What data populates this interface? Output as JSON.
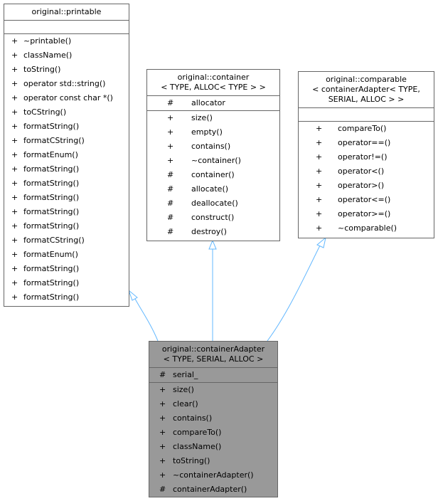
{
  "classes": {
    "printable": {
      "title": [
        "original::printable"
      ],
      "attributes": [],
      "methods": [
        [
          "+",
          "~printable()"
        ],
        [
          "+",
          "className()"
        ],
        [
          "+",
          "toString()"
        ],
        [
          "+",
          "operator std::string()"
        ],
        [
          "+",
          "operator const char *()"
        ],
        [
          "+",
          "toCString()"
        ],
        [
          "+",
          "formatString()"
        ],
        [
          "+",
          "formatCString()"
        ],
        [
          "+",
          "formatEnum()"
        ],
        [
          "+",
          "formatString()"
        ],
        [
          "+",
          "formatString()"
        ],
        [
          "+",
          "formatString()"
        ],
        [
          "+",
          "formatString()"
        ],
        [
          "+",
          "formatString()"
        ],
        [
          "+",
          "formatCString()"
        ],
        [
          "+",
          "formatEnum()"
        ],
        [
          "+",
          "formatString()"
        ],
        [
          "+",
          "formatString()"
        ],
        [
          "+",
          "formatString()"
        ]
      ]
    },
    "container": {
      "title": [
        "original::container",
        "< TYPE, ALLOC< TYPE > >"
      ],
      "attributes": [
        [
          "#",
          "allocator"
        ]
      ],
      "methods": [
        [
          "+",
          "size()"
        ],
        [
          "+",
          "empty()"
        ],
        [
          "+",
          "contains()"
        ],
        [
          "+",
          "~container()"
        ],
        [
          "#",
          "container()"
        ],
        [
          "#",
          "allocate()"
        ],
        [
          "#",
          "deallocate()"
        ],
        [
          "#",
          "construct()"
        ],
        [
          "#",
          "destroy()"
        ]
      ]
    },
    "comparable": {
      "title": [
        "original::comparable",
        "< containerAdapter< TYPE,",
        "SERIAL, ALLOC > >"
      ],
      "attributes": [],
      "methods": [
        [
          "+",
          "compareTo()"
        ],
        [
          "+",
          "operator==()"
        ],
        [
          "+",
          "operator!=()"
        ],
        [
          "+",
          "operator<()"
        ],
        [
          "+",
          "operator>()"
        ],
        [
          "+",
          "operator<=()"
        ],
        [
          "+",
          "operator>=()"
        ],
        [
          "+",
          "~comparable()"
        ]
      ]
    },
    "containerAdapter": {
      "title": [
        "original::containerAdapter",
        "< TYPE, SERIAL, ALLOC >"
      ],
      "attributes": [
        [
          "#",
          "serial_"
        ]
      ],
      "methods": [
        [
          "+",
          "size()"
        ],
        [
          "+",
          "clear()"
        ],
        [
          "+",
          "contains()"
        ],
        [
          "+",
          "compareTo()"
        ],
        [
          "+",
          "className()"
        ],
        [
          "+",
          "toString()"
        ],
        [
          "+",
          "~containerAdapter()"
        ],
        [
          "#",
          "containerAdapter()"
        ]
      ]
    }
  },
  "colors": {
    "edge": "#63b8ff",
    "highlight_fill": "#999999"
  }
}
